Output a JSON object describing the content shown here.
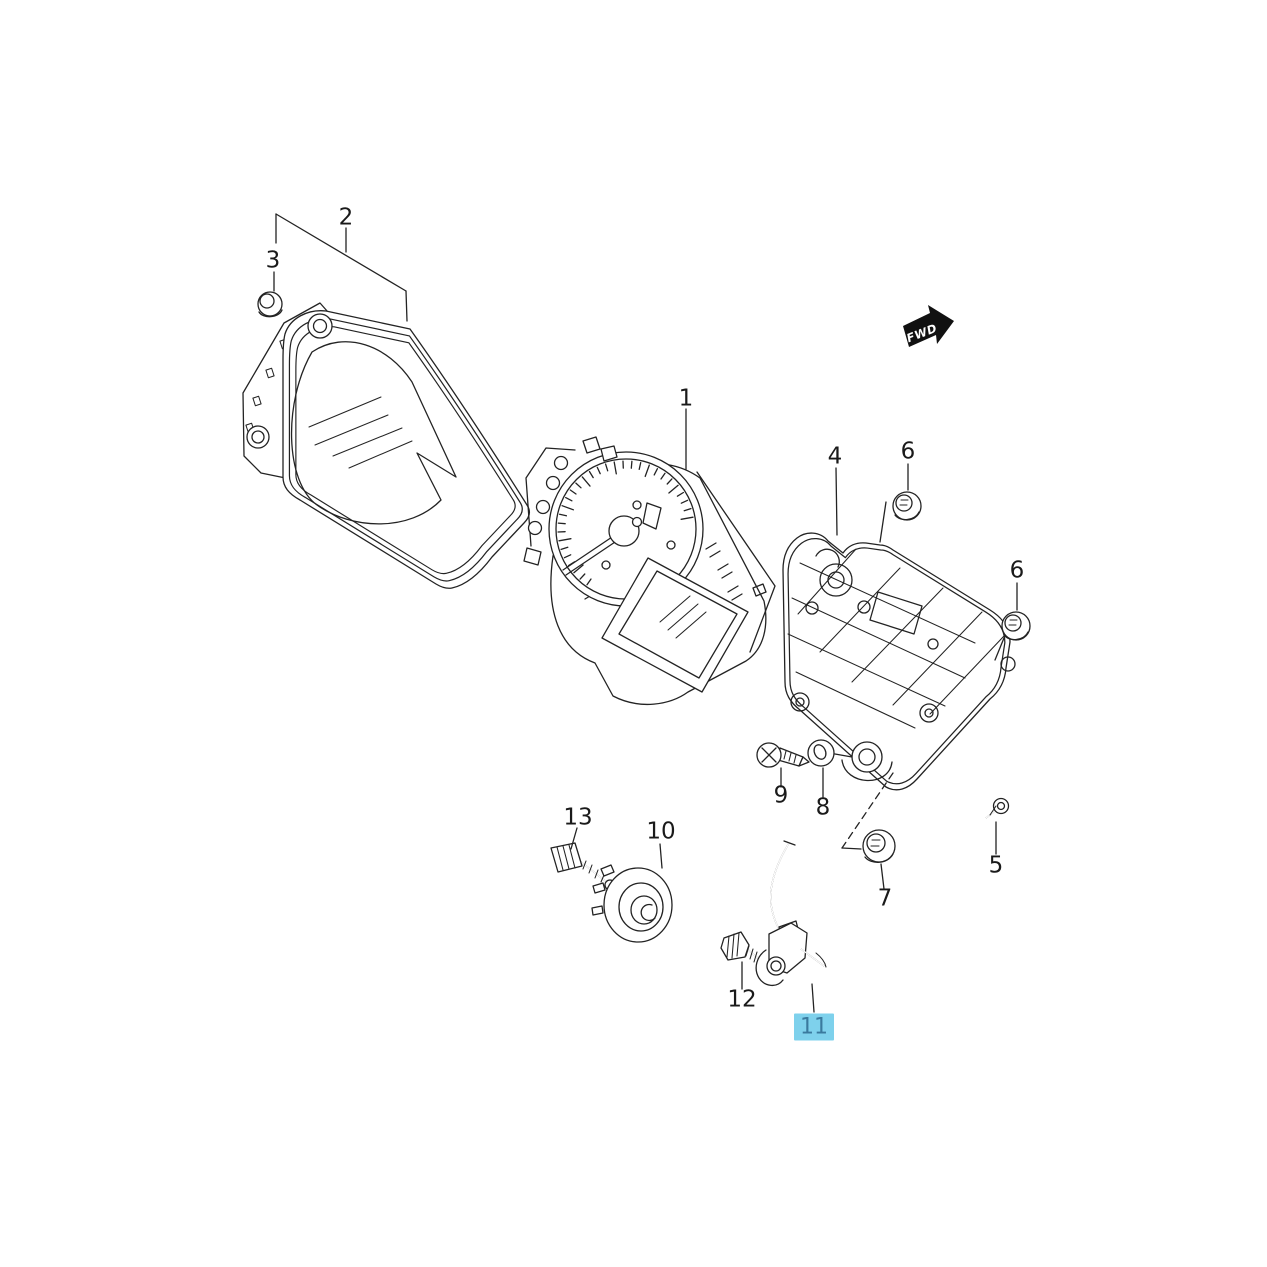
{
  "diagram": {
    "fwd_label": "FWD",
    "colors": {
      "line": "#232323",
      "background": "#ffffff",
      "highlight_bg": "#7ed1ec",
      "highlight_text": "#3a7a9e"
    },
    "callouts": [
      {
        "label": "1",
        "highlighted": false
      },
      {
        "label": "2",
        "highlighted": false
      },
      {
        "label": "3",
        "highlighted": false
      },
      {
        "label": "4",
        "highlighted": false
      },
      {
        "label": "5",
        "highlighted": false
      },
      {
        "label": "6",
        "highlighted": false
      },
      {
        "label": "6",
        "highlighted": false
      },
      {
        "label": "7",
        "highlighted": false
      },
      {
        "label": "8",
        "highlighted": false
      },
      {
        "label": "9",
        "highlighted": false
      },
      {
        "label": "10",
        "highlighted": false
      },
      {
        "label": "11",
        "highlighted": true
      },
      {
        "label": "12",
        "highlighted": false
      },
      {
        "label": "13",
        "highlighted": false
      }
    ]
  }
}
